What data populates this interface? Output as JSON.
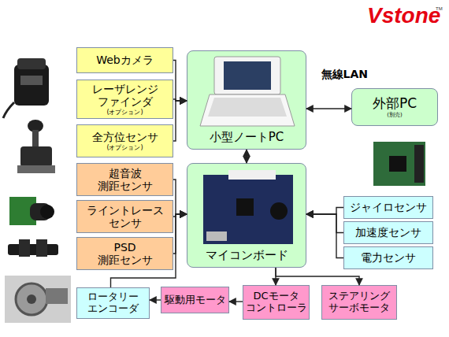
{
  "diagram": {
    "nodes": [
      {
        "text": [
          "Webカメラ"
        ]
      },
      {
        "text": [
          "レーザレンジ ファインダ",
          "(オプション)"
        ]
      },
      {
        "text": [
          "全方位センサ",
          "(オプション)"
        ]
      },
      {
        "text": [
          "小型ノートPC"
        ]
      },
      {
        "text": [
          "外部PC",
          "(別売)"
        ]
      },
      {
        "text": [
          "超音波 測距センサ"
        ]
      },
      {
        "text": [
          "ライントレース センサ"
        ]
      },
      {
        "text": [
          "PSD 測距センサ"
        ]
      },
      {
        "text": [
          "マイコンボード"
        ]
      },
      {
        "text": [
          "ジャイロセンサ"
        ]
      },
      {
        "text": [
          "加速度センサ"
        ]
      },
      {
        "text": [
          "電力センサ"
        ]
      },
      {
        "text": [
          "ロータリー エンコーダ"
        ]
      },
      {
        "text": [
          "駆動用モータ"
        ]
      },
      {
        "text": [
          "DCモータ コントローラ"
        ]
      },
      {
        "text": [
          "ステアリング サーボモータ"
        ]
      }
    ],
    "edges": [
      {
        "from": 0,
        "to": 3,
        "arrow": "to"
      },
      {
        "from": 1,
        "to": 3,
        "arrow": "to"
      },
      {
        "from": 2,
        "to": 3,
        "arrow": "to"
      },
      {
        "from": 3,
        "to": 4,
        "label": "無線LAN",
        "arrow": "both"
      },
      {
        "from": 3,
        "to": 8,
        "arrow": "both"
      },
      {
        "from": 5,
        "to": 8,
        "arrow": "to"
      },
      {
        "from": 6,
        "to": 8,
        "arrow": "to"
      },
      {
        "from": 7,
        "to": 8,
        "arrow": "to"
      },
      {
        "from": 12,
        "to": 8,
        "arrow": "to"
      },
      {
        "from": 9,
        "to": 8,
        "arrow": "to"
      },
      {
        "from": 10,
        "to": 8,
        "arrow": "to"
      },
      {
        "from": 11,
        "to": 8,
        "arrow": "to"
      },
      {
        "from": 8,
        "to": 14,
        "arrow": "to"
      },
      {
        "from": 8,
        "to": 15,
        "arrow": "to"
      },
      {
        "from": 14,
        "to": 13,
        "arrow": "to"
      },
      {
        "from": 13,
        "to": 12,
        "arrow": "to"
      }
    ],
    "labels": [
      "Vstone",
      "TM"
    ]
  }
}
